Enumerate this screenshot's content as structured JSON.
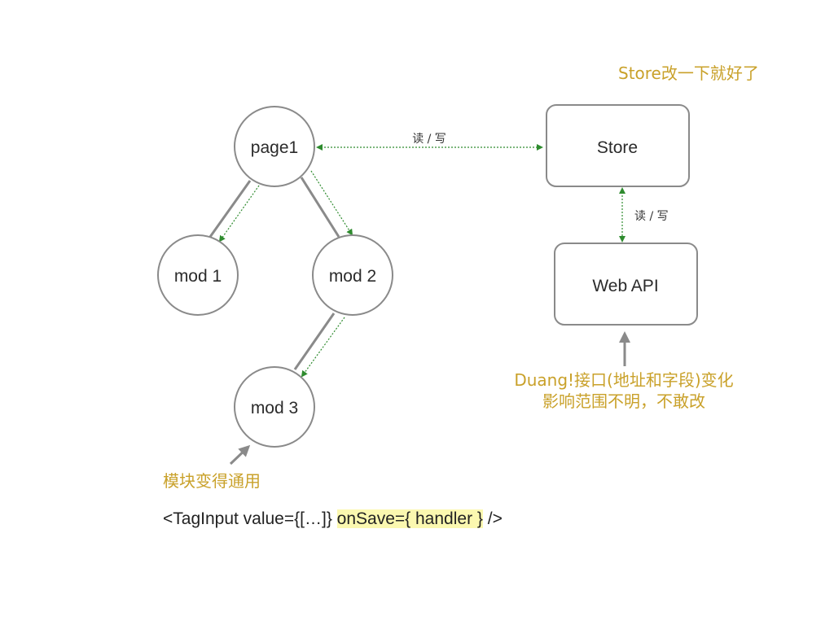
{
  "nodes": {
    "page1": "page1",
    "mod1": "mod 1",
    "mod2": "mod 2",
    "mod3": "mod 3",
    "store": "Store",
    "webapi": "Web API"
  },
  "edge_labels": {
    "page_store": "读 / 写",
    "store_api": "读 / 写"
  },
  "notes": {
    "store_note": "Store改一下就好了",
    "api_note_line1": "Duang!接口(地址和字段)变化",
    "api_note_line2": "影响范围不明，不敢改",
    "module_note": "模块变得通用"
  },
  "code": {
    "prefix": "<TagInput value={[…]} ",
    "highlight": "onSave={ handler }",
    "suffix": " />"
  },
  "colors": {
    "accent": "#c9a12a",
    "dashed_arrow": "#2e8b2e",
    "node_stroke": "#8a8a8a",
    "highlight": "#fbf8b0"
  }
}
